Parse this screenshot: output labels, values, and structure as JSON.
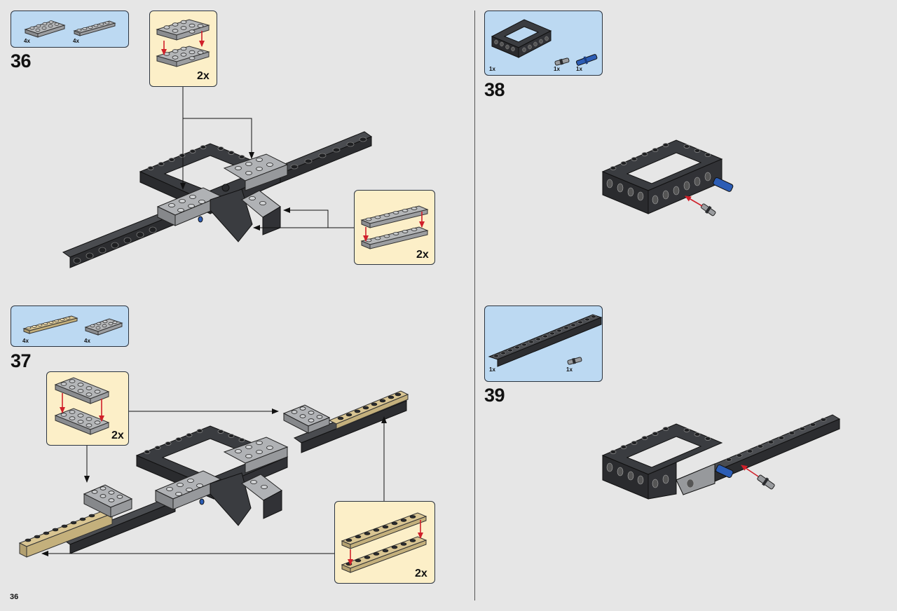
{
  "page": {
    "number": "36"
  },
  "colors": {
    "parts_background": "#bcd9f2",
    "subassembly_background": "#fcefc8",
    "dark_gray": "#3a3c40",
    "light_gray": "#a6a8ab",
    "tan": "#d9c592",
    "blue": "#2c5db5",
    "red_arrow": "#d0202a"
  },
  "steps": [
    {
      "number": "36",
      "parts": [
        {
          "qty": "4x",
          "icon": "gray-plate-2x4-icon"
        },
        {
          "qty": "4x",
          "icon": "gray-plate-1x6-icon"
        }
      ],
      "subassemblies": [
        {
          "multiplier": "2x",
          "icon": "stacked-2x4-plates-icon"
        },
        {
          "multiplier": "2x",
          "icon": "stacked-1x6-plates-icon"
        }
      ]
    },
    {
      "number": "37",
      "parts": [
        {
          "qty": "4x",
          "icon": "tan-plate-1x8-icon"
        },
        {
          "qty": "4x",
          "icon": "gray-plate-2x4-icon"
        }
      ],
      "subassemblies": [
        {
          "multiplier": "2x",
          "icon": "stacked-2x4-plates-icon"
        },
        {
          "multiplier": "2x",
          "icon": "stacked-tan-1x8-plates-icon"
        }
      ]
    },
    {
      "number": "38",
      "parts": [
        {
          "qty": "1x",
          "icon": "technic-frame-icon"
        },
        {
          "qty": "1x",
          "icon": "gray-pin-icon"
        },
        {
          "qty": "1x",
          "icon": "blue-axle-pin-icon"
        }
      ]
    },
    {
      "number": "39",
      "parts": [
        {
          "qty": "1x",
          "icon": "technic-beam-1x15-icon"
        },
        {
          "qty": "1x",
          "icon": "gray-pin-icon"
        }
      ]
    }
  ]
}
